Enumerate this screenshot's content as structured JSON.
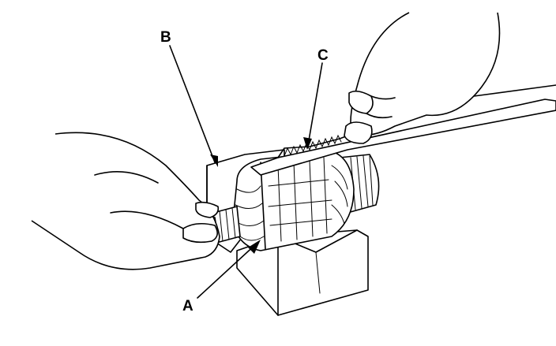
{
  "callouts": {
    "a": "A",
    "b": "B",
    "c": "C"
  },
  "icons": [
    "armature",
    "hacksaw-blade",
    "v-block",
    "hand-left",
    "hand-right"
  ]
}
